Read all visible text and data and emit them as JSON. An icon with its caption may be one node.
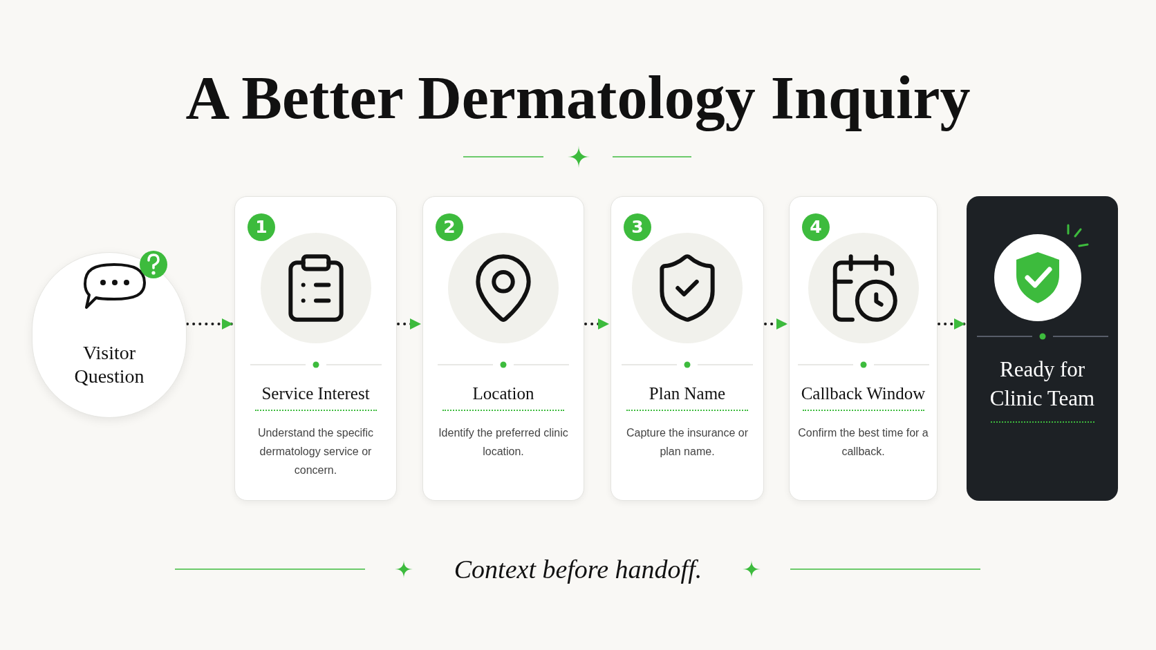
{
  "diagram": {
    "title": "A Better Dermatology Inquiry",
    "caption": "Context before handoff.",
    "nodes": [
      {
        "text": [
          "Visitor Question"
        ]
      },
      {
        "text": [
          "1",
          "Service Interest",
          "Understand the specific dermatology service or concern."
        ]
      },
      {
        "text": [
          "2",
          "Location",
          "Identify the preferred clinic location."
        ]
      },
      {
        "text": [
          "3",
          "Plan Name",
          "Capture the insurance or plan name."
        ]
      },
      {
        "text": [
          "4",
          "Callback Window",
          "Confirm the best time for a callback."
        ]
      },
      {
        "text": [
          "Ready for Clinic Team"
        ]
      }
    ],
    "edges": [
      {
        "from": 0,
        "to": 1,
        "arrow": "to"
      },
      {
        "from": 1,
        "to": 2,
        "arrow": "to"
      },
      {
        "from": 2,
        "to": 3,
        "arrow": "to"
      },
      {
        "from": 3,
        "to": 4,
        "arrow": "to"
      },
      {
        "from": 4,
        "to": 5,
        "arrow": "to"
      }
    ]
  }
}
